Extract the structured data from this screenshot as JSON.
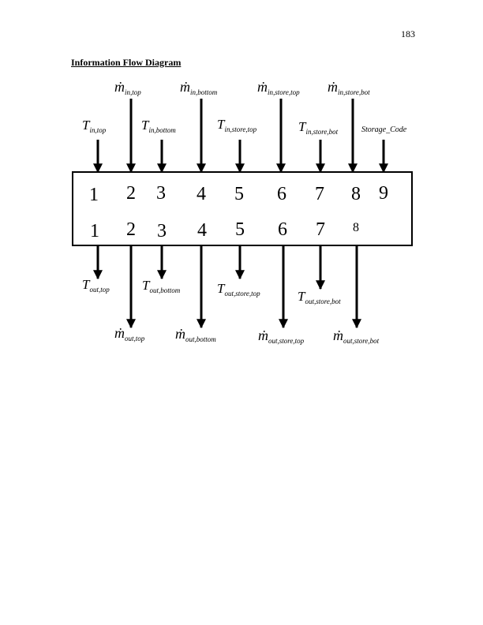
{
  "page_number": "183",
  "heading": "Information Flow Diagram",
  "inputs": [
    {
      "sym": "ṁ",
      "sub": "in,top"
    },
    {
      "sym": "ṁ",
      "sub": "in,bottom"
    },
    {
      "sym": "ṁ",
      "sub": "in,store,top"
    },
    {
      "sym": "ṁ",
      "sub": "in,store,bot"
    },
    {
      "sym": "T",
      "sub": "in,top"
    },
    {
      "sym": "T",
      "sub": "in,bottom"
    },
    {
      "sym": "T",
      "sub": "in,store,top"
    },
    {
      "sym": "T",
      "sub": "in,store,bot"
    },
    {
      "sym": "",
      "sub": "Storage_Code"
    }
  ],
  "box": {
    "input_row": [
      "1",
      "2",
      "3",
      "4",
      "5",
      "6",
      "7",
      "8",
      "9"
    ],
    "output_row": [
      "1",
      "2",
      "3",
      "4",
      "5",
      "6",
      "7",
      "8"
    ]
  },
  "outputs": [
    {
      "sym": "T",
      "sub": "out,top"
    },
    {
      "sym": "T",
      "sub": "out,bottom"
    },
    {
      "sym": "T",
      "sub": "out,store,top"
    },
    {
      "sym": "T",
      "sub": "out,store,bot"
    },
    {
      "sym": "ṁ",
      "sub": "out,top"
    },
    {
      "sym": "ṁ",
      "sub": "out,bottom"
    },
    {
      "sym": "ṁ",
      "sub": "out,store,top"
    },
    {
      "sym": "ṁ",
      "sub": "out,store,bot"
    }
  ]
}
